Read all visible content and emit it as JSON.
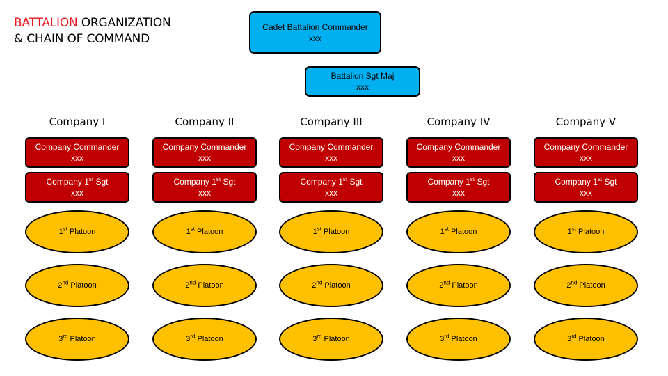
{
  "title": {
    "highlight": "BATTALION",
    "line1_rest": " ORGANIZATION",
    "line2": "& CHAIN OF COMMAND"
  },
  "battalion_commander": {
    "title": "Cadet Battalion Commander",
    "name": "xxx"
  },
  "sgt_major": {
    "title": "Battalion Sgt Maj",
    "name": "xxx"
  },
  "companies": [
    {
      "name": "Company I",
      "commander": {
        "title": "Company Commander",
        "name": "xxx"
      },
      "first_sgt": {
        "prefix": "Company 1",
        "sup": "st",
        "suffix": " Sgt",
        "name": "xxx"
      },
      "platoons": [
        {
          "num": "1",
          "sup": "st",
          "label": " Platoon"
        },
        {
          "num": "2",
          "sup": "nd",
          "label": " Platoon"
        },
        {
          "num": "3",
          "sup": "rd",
          "label": " Platoon"
        }
      ]
    },
    {
      "name": "Company II",
      "commander": {
        "title": "Company Commander",
        "name": "xxx"
      },
      "first_sgt": {
        "prefix": "Company 1",
        "sup": "st",
        "suffix": " Sgt",
        "name": "xxx"
      },
      "platoons": [
        {
          "num": "1",
          "sup": "st",
          "label": " Platoon"
        },
        {
          "num": "2",
          "sup": "nd",
          "label": " Platoon"
        },
        {
          "num": "3",
          "sup": "rd",
          "label": " Platoon"
        }
      ]
    },
    {
      "name": "Company III",
      "commander": {
        "title": "Company Commander",
        "name": "xxx"
      },
      "first_sgt": {
        "prefix": "Company 1",
        "sup": "st",
        "suffix": " Sgt",
        "name": "xxx"
      },
      "platoons": [
        {
          "num": "1",
          "sup": "st",
          "label": " Platoon"
        },
        {
          "num": "2",
          "sup": "nd",
          "label": " Platoon"
        },
        {
          "num": "3",
          "sup": "rd",
          "label": " Platoon"
        }
      ]
    },
    {
      "name": "Company IV",
      "commander": {
        "title": "Company Commander",
        "name": "xxx"
      },
      "first_sgt": {
        "prefix": "Company 1",
        "sup": "st",
        "suffix": " Sgt",
        "name": "xxx"
      },
      "platoons": [
        {
          "num": "1",
          "sup": "st",
          "label": " Platoon"
        },
        {
          "num": "2",
          "sup": "nd",
          "label": " Platoon"
        },
        {
          "num": "3",
          "sup": "rd",
          "label": " Platoon"
        }
      ]
    },
    {
      "name": "Company V",
      "commander": {
        "title": "Company Commander",
        "name": "xxx"
      },
      "first_sgt": {
        "prefix": "Company 1",
        "sup": "st",
        "suffix": " Sgt",
        "name": "xxx"
      },
      "platoons": [
        {
          "num": "1",
          "sup": "st",
          "label": " Platoon"
        },
        {
          "num": "2",
          "sup": "nd",
          "label": " Platoon"
        },
        {
          "num": "3",
          "sup": "rd",
          "label": " Platoon"
        }
      ]
    }
  ],
  "colors": {
    "title_highlight": "#e8171f",
    "command_box": "#00b0f0",
    "company_box": "#c00000",
    "platoon_oval": "#ffc000"
  }
}
